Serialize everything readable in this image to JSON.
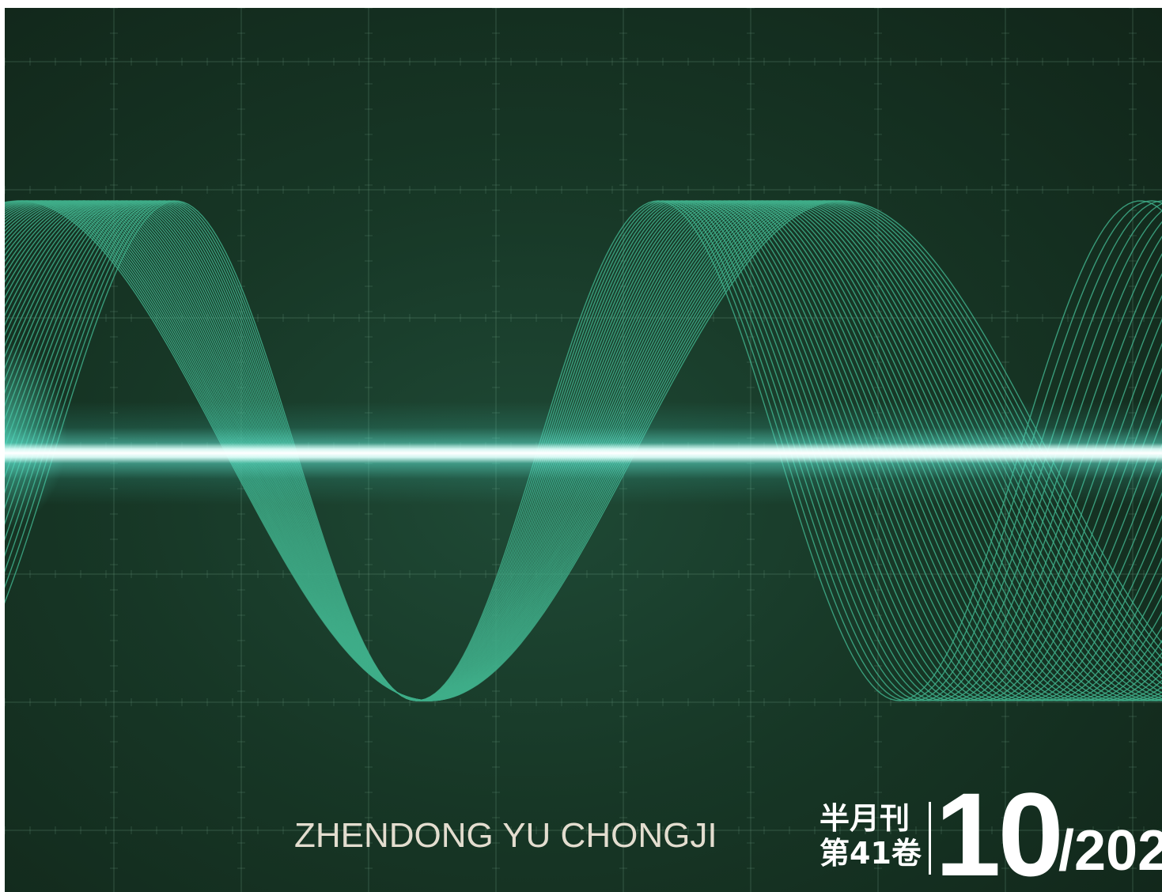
{
  "cover": {
    "journal_pinyin": "ZHENDONG YU CHONGJI",
    "frequency": "半月刊",
    "volume": "第41卷",
    "issue_number": "10",
    "year_fragment": "/202"
  },
  "colors": {
    "background_dark": "#112519",
    "background_mid": "#1f4a36",
    "wave_green": "#3fae8a",
    "beam_core": "#ffffff",
    "text_cream": "#e3ddcf"
  }
}
